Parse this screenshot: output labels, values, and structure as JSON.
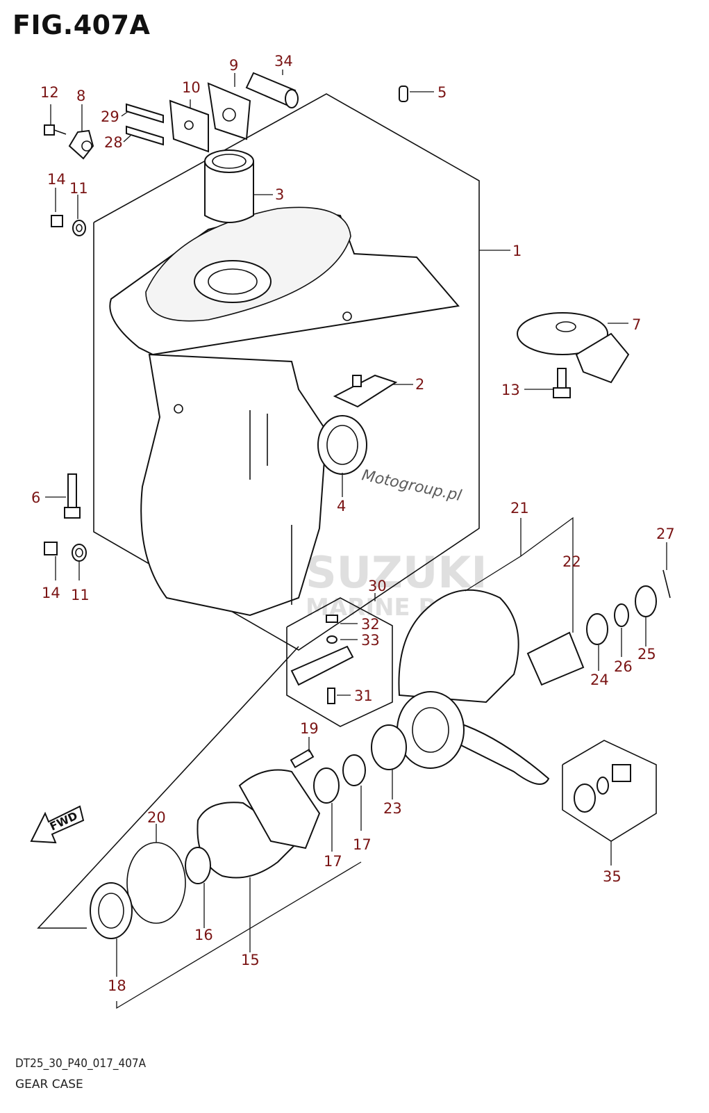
{
  "figure": {
    "title": "FIG.407A",
    "code": "DT25_30_P40_017_407A",
    "name": "GEAR CASE",
    "fwd_label": "FWD",
    "watermark_url": "Motogroup.pl",
    "watermark_brand": "SUZUKI",
    "watermark_sub": "MARINE PARTS"
  },
  "colors": {
    "label": "#7a1414",
    "line": "#111111"
  },
  "callouts": [
    "1",
    "2",
    "3",
    "4",
    "5",
    "6",
    "7",
    "8",
    "9",
    "10",
    "11",
    "11",
    "12",
    "13",
    "14",
    "14",
    "15",
    "16",
    "17",
    "17",
    "18",
    "19",
    "20",
    "21",
    "22",
    "23",
    "24",
    "25",
    "26",
    "27",
    "28",
    "29",
    "30",
    "31",
    "32",
    "33",
    "34",
    "35"
  ]
}
